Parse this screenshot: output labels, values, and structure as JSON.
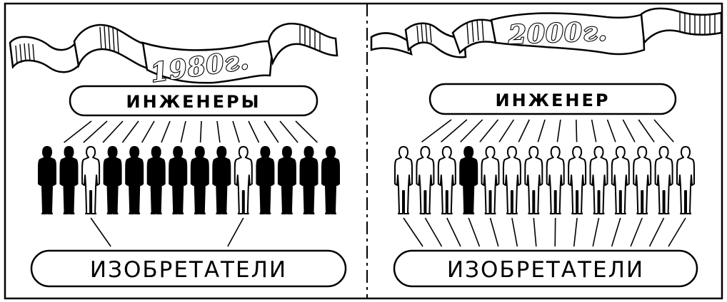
{
  "panels": [
    {
      "year": "1980г.",
      "top_label": "ИНЖЕНЕРЫ",
      "bottom_label": "ИЗОБРЕТАТЕЛИ",
      "figure_count": 14,
      "filled_figures": [
        true,
        true,
        false,
        true,
        true,
        true,
        true,
        true,
        true,
        false,
        true,
        true,
        true,
        true
      ],
      "top_links_to": "all",
      "bottom_links_to": [
        2,
        9
      ]
    },
    {
      "year": "2000г.",
      "top_label": "ИНЖЕНЕР",
      "bottom_label": "ИЗОБРЕТАТЕЛИ",
      "figure_count": 14,
      "filled_figures": [
        false,
        false,
        false,
        true,
        false,
        false,
        false,
        false,
        false,
        false,
        false,
        false,
        false,
        false
      ],
      "top_links_to": "all",
      "bottom_links_to": "all"
    }
  ]
}
